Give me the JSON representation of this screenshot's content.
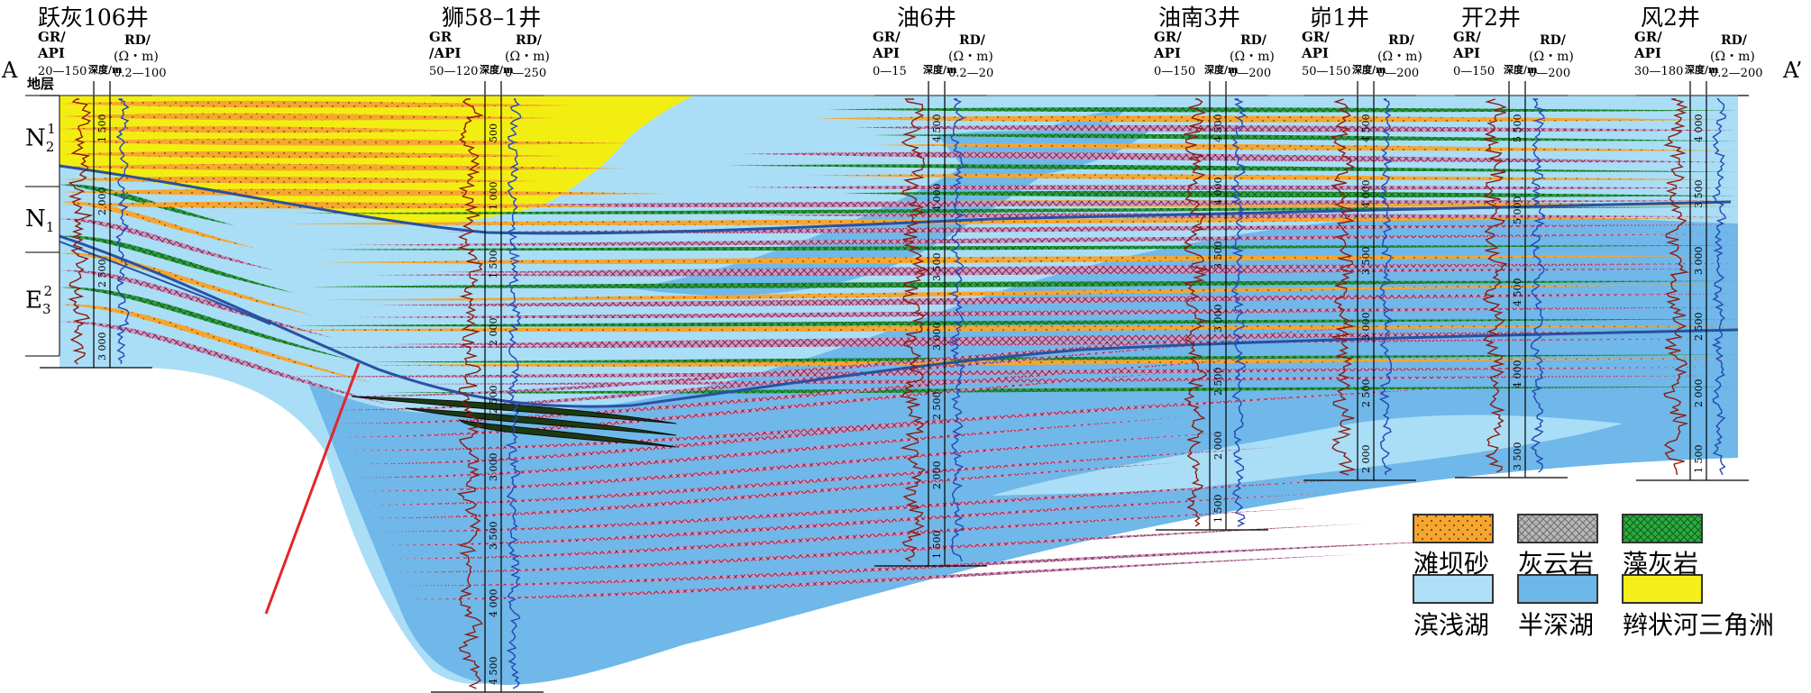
{
  "section": {
    "edge_left": "A",
    "edge_right": "A’",
    "strat_header": "地层",
    "strata": [
      {
        "base": "N",
        "sub": "2",
        "sup": "1"
      },
      {
        "base": "N",
        "sub": "1",
        "sup": ""
      },
      {
        "base": "E",
        "sub": "3",
        "sup": "2"
      }
    ]
  },
  "wells": [
    {
      "name": "跃灰106井",
      "gr1": "GR/",
      "gr2": "API",
      "gr_scale": "20—150",
      "depth": "深度/m",
      "rd1": "RD/",
      "rd2": "(Ω・m)",
      "rd_scale": "0.2—100",
      "ticks": [
        "1 500",
        "2 000",
        "2 500",
        "3 000"
      ]
    },
    {
      "name": "狮58–1井",
      "gr1": "GR",
      "gr2": "/API",
      "gr_scale": "50—120",
      "depth": "深度/m",
      "rd1": "RD/",
      "rd2": "(Ω・m)",
      "rd_scale": "0—250",
      "ticks": [
        "500",
        "1 000",
        "1 500",
        "2 000",
        "2 500",
        "3 000",
        "3 500",
        "4 000",
        "4 500"
      ]
    },
    {
      "name": "油6井",
      "gr1": "GR/",
      "gr2": "API",
      "gr_scale": "0—15",
      "depth": "深度/m",
      "rd1": "RD/",
      "rd2": "(Ω・m)",
      "rd_scale": "0.2—20",
      "ticks": [
        "4 500",
        "4 000",
        "3 500",
        "3 000",
        "2 500",
        "2 000",
        "1 500"
      ]
    },
    {
      "name": "油南3井",
      "gr1": "GR/",
      "gr2": "API",
      "gr_scale": "0—150",
      "depth": "深度/m",
      "rd1": "RD/",
      "rd2": "(Ω・m)",
      "rd_scale": "0—200",
      "ticks": [
        "4 500",
        "4 000",
        "3 500",
        "3 000",
        "2 500",
        "2 000",
        "1 500"
      ]
    },
    {
      "name": "峁1井",
      "gr1": "GR/",
      "gr2": "API",
      "gr_scale": "50—150",
      "depth": "深度/m",
      "rd1": "RD/",
      "rd2": "(Ω・m)",
      "rd_scale": "0—200",
      "ticks": [
        "4 500",
        "4 000",
        "3 500",
        "3 000",
        "2 500",
        "2 000"
      ]
    },
    {
      "name": "开2井",
      "gr1": "GR/",
      "gr2": "API",
      "gr_scale": "0—150",
      "depth": "深度/m",
      "rd1": "RD/",
      "rd2": "(Ω・m)",
      "rd_scale": "0—200",
      "ticks": [
        "5 500",
        "5 000",
        "4 500",
        "4 000",
        "3 500"
      ]
    },
    {
      "name": "风2井",
      "gr1": "GR/",
      "gr2": "API",
      "gr_scale": "30—180",
      "depth": "深度/m",
      "rd1": "RD/",
      "rd2": "(Ω・m)",
      "rd_scale": "0.2—200",
      "ticks": [
        "4 000",
        "3 500",
        "3 000",
        "2 500",
        "2 000",
        "1 500"
      ]
    }
  ],
  "legend": [
    {
      "label": "滩坝砂",
      "color": "#f6a530",
      "pattern": "dots"
    },
    {
      "label": "灰云岩",
      "color": "#b7b7b7",
      "pattern": "hatch"
    },
    {
      "label": "藻灰岩",
      "color": "#2eaa40",
      "pattern": "hatch"
    },
    {
      "label": "滨浅湖",
      "color": "#aee0f7",
      "pattern": "none"
    },
    {
      "label": "半深湖",
      "color": "#6cb7e8",
      "pattern": "none"
    },
    {
      "label": "辫状河三角洲",
      "color": "#f4ef1a",
      "pattern": "none"
    }
  ],
  "colors": {
    "shallow_lake": "#a9def6",
    "deep_lake": "#6fb8e9",
    "delta": "#f3ee12",
    "beach_bar": "#f4c36a",
    "dolomite": "#c99ac2",
    "algal": "#2f9e3e",
    "horizon": "#2951a3",
    "fault": "#e3262a",
    "gr_curve": "#8b1a10",
    "rd_curve": "#2346b5"
  }
}
